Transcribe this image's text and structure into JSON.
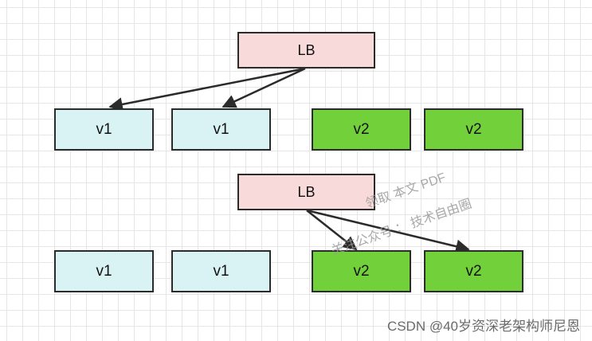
{
  "diagrams": [
    {
      "lb_label": "LB",
      "servers": [
        {
          "label": "v1",
          "type": "v1"
        },
        {
          "label": "v1",
          "type": "v1"
        },
        {
          "label": "v2",
          "type": "v2"
        },
        {
          "label": "v2",
          "type": "v2"
        }
      ]
    },
    {
      "lb_label": "LB",
      "servers": [
        {
          "label": "v1",
          "type": "v1"
        },
        {
          "label": "v1",
          "type": "v1"
        },
        {
          "label": "v2",
          "type": "v2"
        },
        {
          "label": "v2",
          "type": "v2"
        }
      ]
    }
  ],
  "watermark": {
    "line1": "领取 本文 PDF",
    "line2": "关注公众号 ：  技术自由圈"
  },
  "credit": "CSDN @40岁资深老架构师尼恩",
  "colors": {
    "lb_fill": "#f9dada",
    "v1_fill": "#d9f2f4",
    "v2_fill": "#72d13b",
    "stroke": "#2b2b2b"
  }
}
